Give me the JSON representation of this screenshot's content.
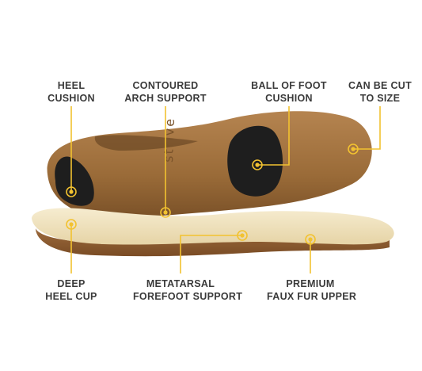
{
  "brand": {
    "logo_text": "strive"
  },
  "colors": {
    "accent": "#f2c230",
    "line": "#f2c230",
    "label_text": "#3a3a3a",
    "sole_brown": "#9a6e3a",
    "base_brown": "#8a5a30",
    "fur": "#efe2be",
    "pad": "#222222"
  },
  "callouts": [
    {
      "id": "heel-cushion",
      "lines": [
        "HEEL",
        "CUSHION"
      ]
    },
    {
      "id": "contoured-arch-support",
      "lines": [
        "CONTOURED",
        "ARCH SUPPORT"
      ]
    },
    {
      "id": "ball-of-foot-cushion",
      "lines": [
        "BALL OF FOOT",
        "CUSHION"
      ]
    },
    {
      "id": "can-be-cut-to-size",
      "lines": [
        "CAN BE CUT",
        "TO SIZE"
      ]
    },
    {
      "id": "deep-heel-cup",
      "lines": [
        "DEEP",
        "HEEL CUP"
      ]
    },
    {
      "id": "metatarsal-forefoot-support",
      "lines": [
        "METATARSAL",
        "FOREFOOT SUPPORT"
      ]
    },
    {
      "id": "premium-faux-fur-upper",
      "lines": [
        "PREMIUM",
        "FAUX FUR UPPER"
      ]
    }
  ]
}
